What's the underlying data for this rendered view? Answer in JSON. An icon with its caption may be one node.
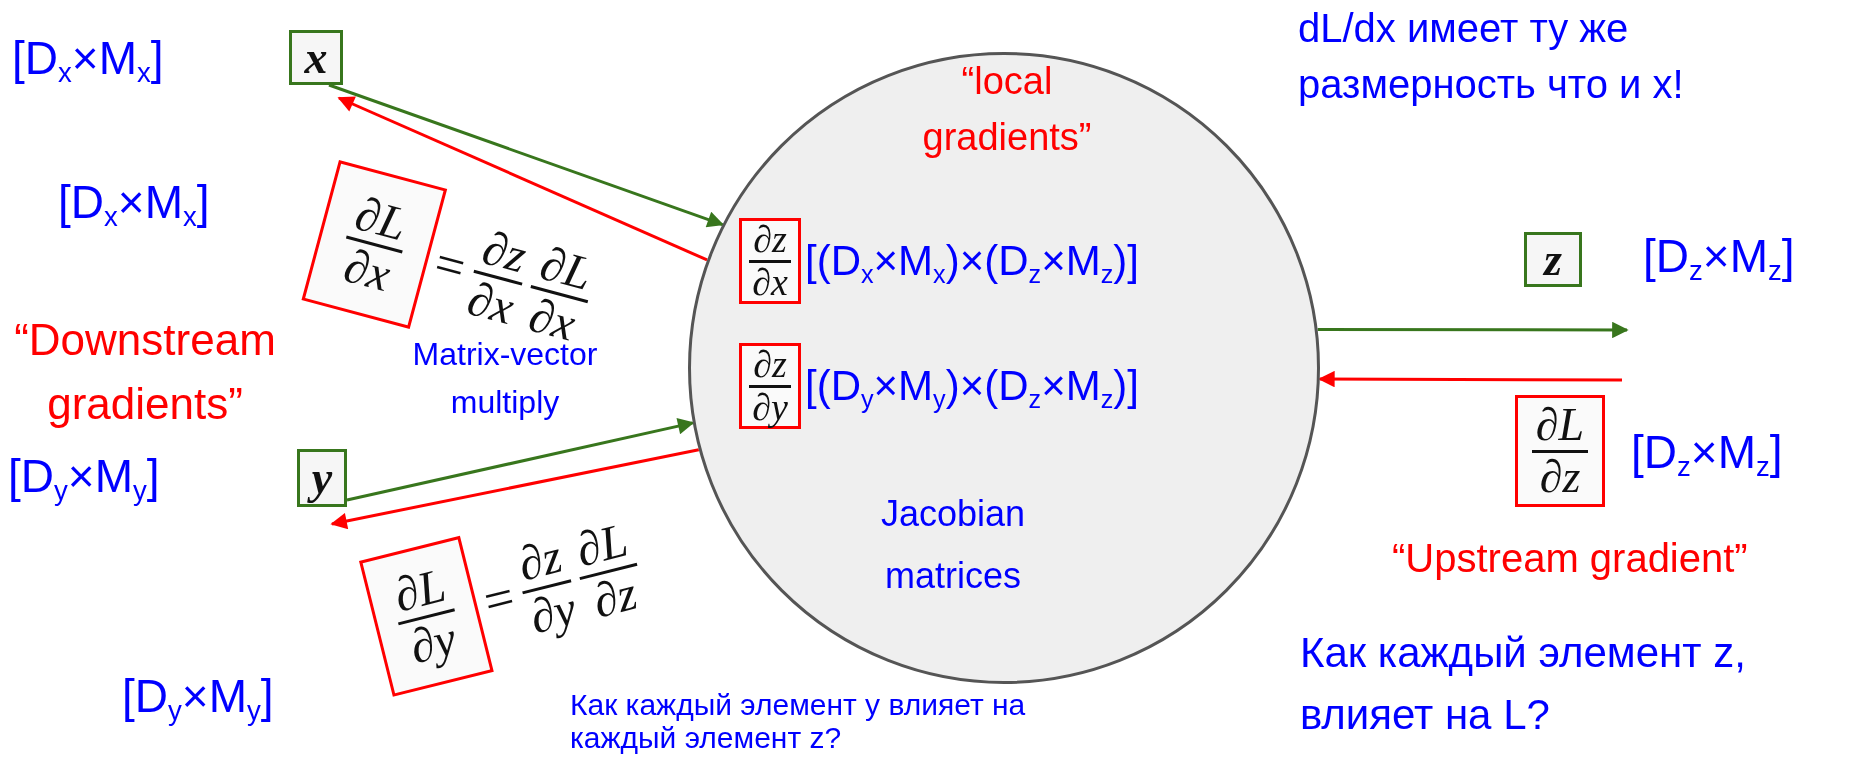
{
  "diagram": {
    "nodes": [
      {
        "text": [
          "x"
        ],
        "beside": [
          "[D$_{x}$×M$_{x}$]"
        ]
      },
      {
        "text": [
          "y"
        ],
        "beside": [
          "[D$_{y}$×M$_{y}$]"
        ]
      },
      {
        "text": [
          "“local gradients”",
          "Jacobian matrices"
        ]
      },
      {
        "text": [
          "∂z",
          "∂x"
        ],
        "in": 2,
        "beside": [
          "[(D$_{x}$×M$_{x}$)×(D$_{z}$×M$_{z}$)]"
        ]
      },
      {
        "text": [
          "∂z",
          "∂y"
        ],
        "in": 2,
        "beside": [
          "[(D$_{y}$×M$_{y}$)×(D$_{z}$×M$_{z}$)]"
        ]
      },
      {
        "text": [
          "z"
        ],
        "beside": [
          "[D$_{z}$×M$_{z}$]"
        ]
      },
      {
        "text": [
          "∂L",
          "∂z"
        ],
        "beside": [
          "[D$_{z}$×M$_{z}$]"
        ]
      },
      {
        "text": [
          "∂L",
          "∂x"
        ],
        "beside": [
          "=",
          "∂z",
          "∂x",
          "∂L",
          "∂x"
        ]
      },
      {
        "text": [
          "∂L",
          "∂y"
        ],
        "beside": [
          "=",
          "∂z",
          "∂y",
          "∂L",
          "∂z"
        ]
      }
    ],
    "edges": [
      {
        "from": 0,
        "to": 2,
        "arrow": "to"
      },
      {
        "from": 2,
        "to": 0,
        "arrow": "to",
        "color": "#ff0000"
      },
      {
        "from": 1,
        "to": 2,
        "arrow": "to"
      },
      {
        "from": 2,
        "to": 1,
        "arrow": "to",
        "color": "#ff0000"
      },
      {
        "from": 2,
        "to": null,
        "arrow": "to"
      },
      {
        "from": null,
        "to": 2,
        "arrow": "to",
        "color": "#ff0000"
      }
    ],
    "labels": [
      "[D$_{x}$×M$_{x}$]",
      "dL/dx имеет ту же размерность что и x!",
      "“Downstream gradients”",
      "Matrix-vector multiply",
      "[D$_{y}$×M$_{y}$]",
      "“Upstream gradient”",
      "Как каждый элемент y влияет на каждый элемент z?",
      "Как каждый элемент z, влияет на L?"
    ]
  }
}
